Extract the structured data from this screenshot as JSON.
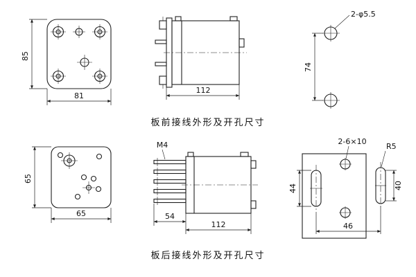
{
  "captions": {
    "top": "板前接线外形及开孔尺寸",
    "bottom": "板后接线外形及开孔尺寸"
  },
  "top_row": {
    "front_view": {
      "height": "85",
      "width": "81"
    },
    "side_view": {
      "depth": "112"
    },
    "drill_view": {
      "holes": "2-φ5.5",
      "spacing": "74"
    }
  },
  "bottom_row": {
    "rear_view": {
      "height": "65",
      "width": "65"
    },
    "side_view": {
      "thread": "M4",
      "pin_length": "54",
      "depth": "112"
    },
    "drill_view": {
      "slots": "2-6×10",
      "corner_radius": "R5",
      "slot_height": "44",
      "right_slot_height": "40",
      "spacing": "46"
    }
  }
}
